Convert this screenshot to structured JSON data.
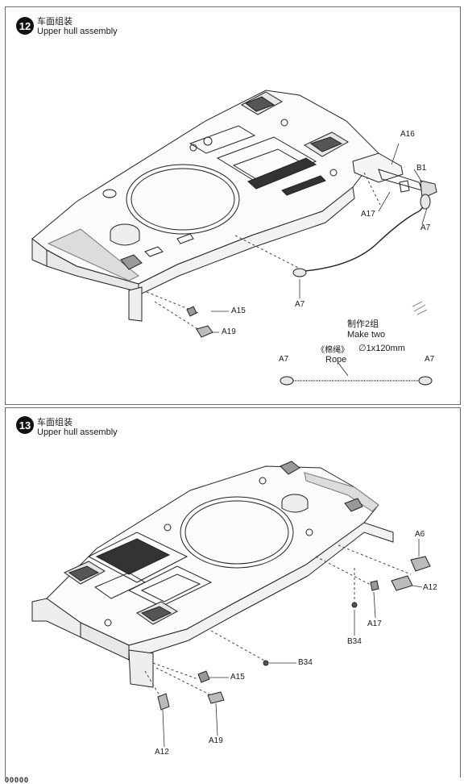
{
  "step12": {
    "number": "12",
    "title_cn": "车面组装",
    "title_en": "Upper hull assembly",
    "callouts": {
      "a16": "A16",
      "b1": "B1",
      "a17": "A17",
      "a7_right": "A7",
      "a7_center": "A7",
      "a15": "A15",
      "a19": "A19"
    },
    "rope_note": {
      "make_cn": "制作2组",
      "make_en": "Make two",
      "rope_cn": "《棉绳》",
      "rope_size": "∅1x120mm",
      "rope_en": "Rope",
      "a7_left": "A7",
      "a7_right": "A7"
    }
  },
  "step13": {
    "number": "13",
    "title_cn": "车面组装",
    "title_en": "Upper hull assembly",
    "callouts": {
      "a6": "A6",
      "a12_right": "A12",
      "a17": "A17",
      "b34_top": "B34",
      "b34_mid": "B34",
      "a15": "A15",
      "a19": "A19",
      "a12_bottom": "A12"
    }
  },
  "footer": {
    "page_number": "00000"
  }
}
